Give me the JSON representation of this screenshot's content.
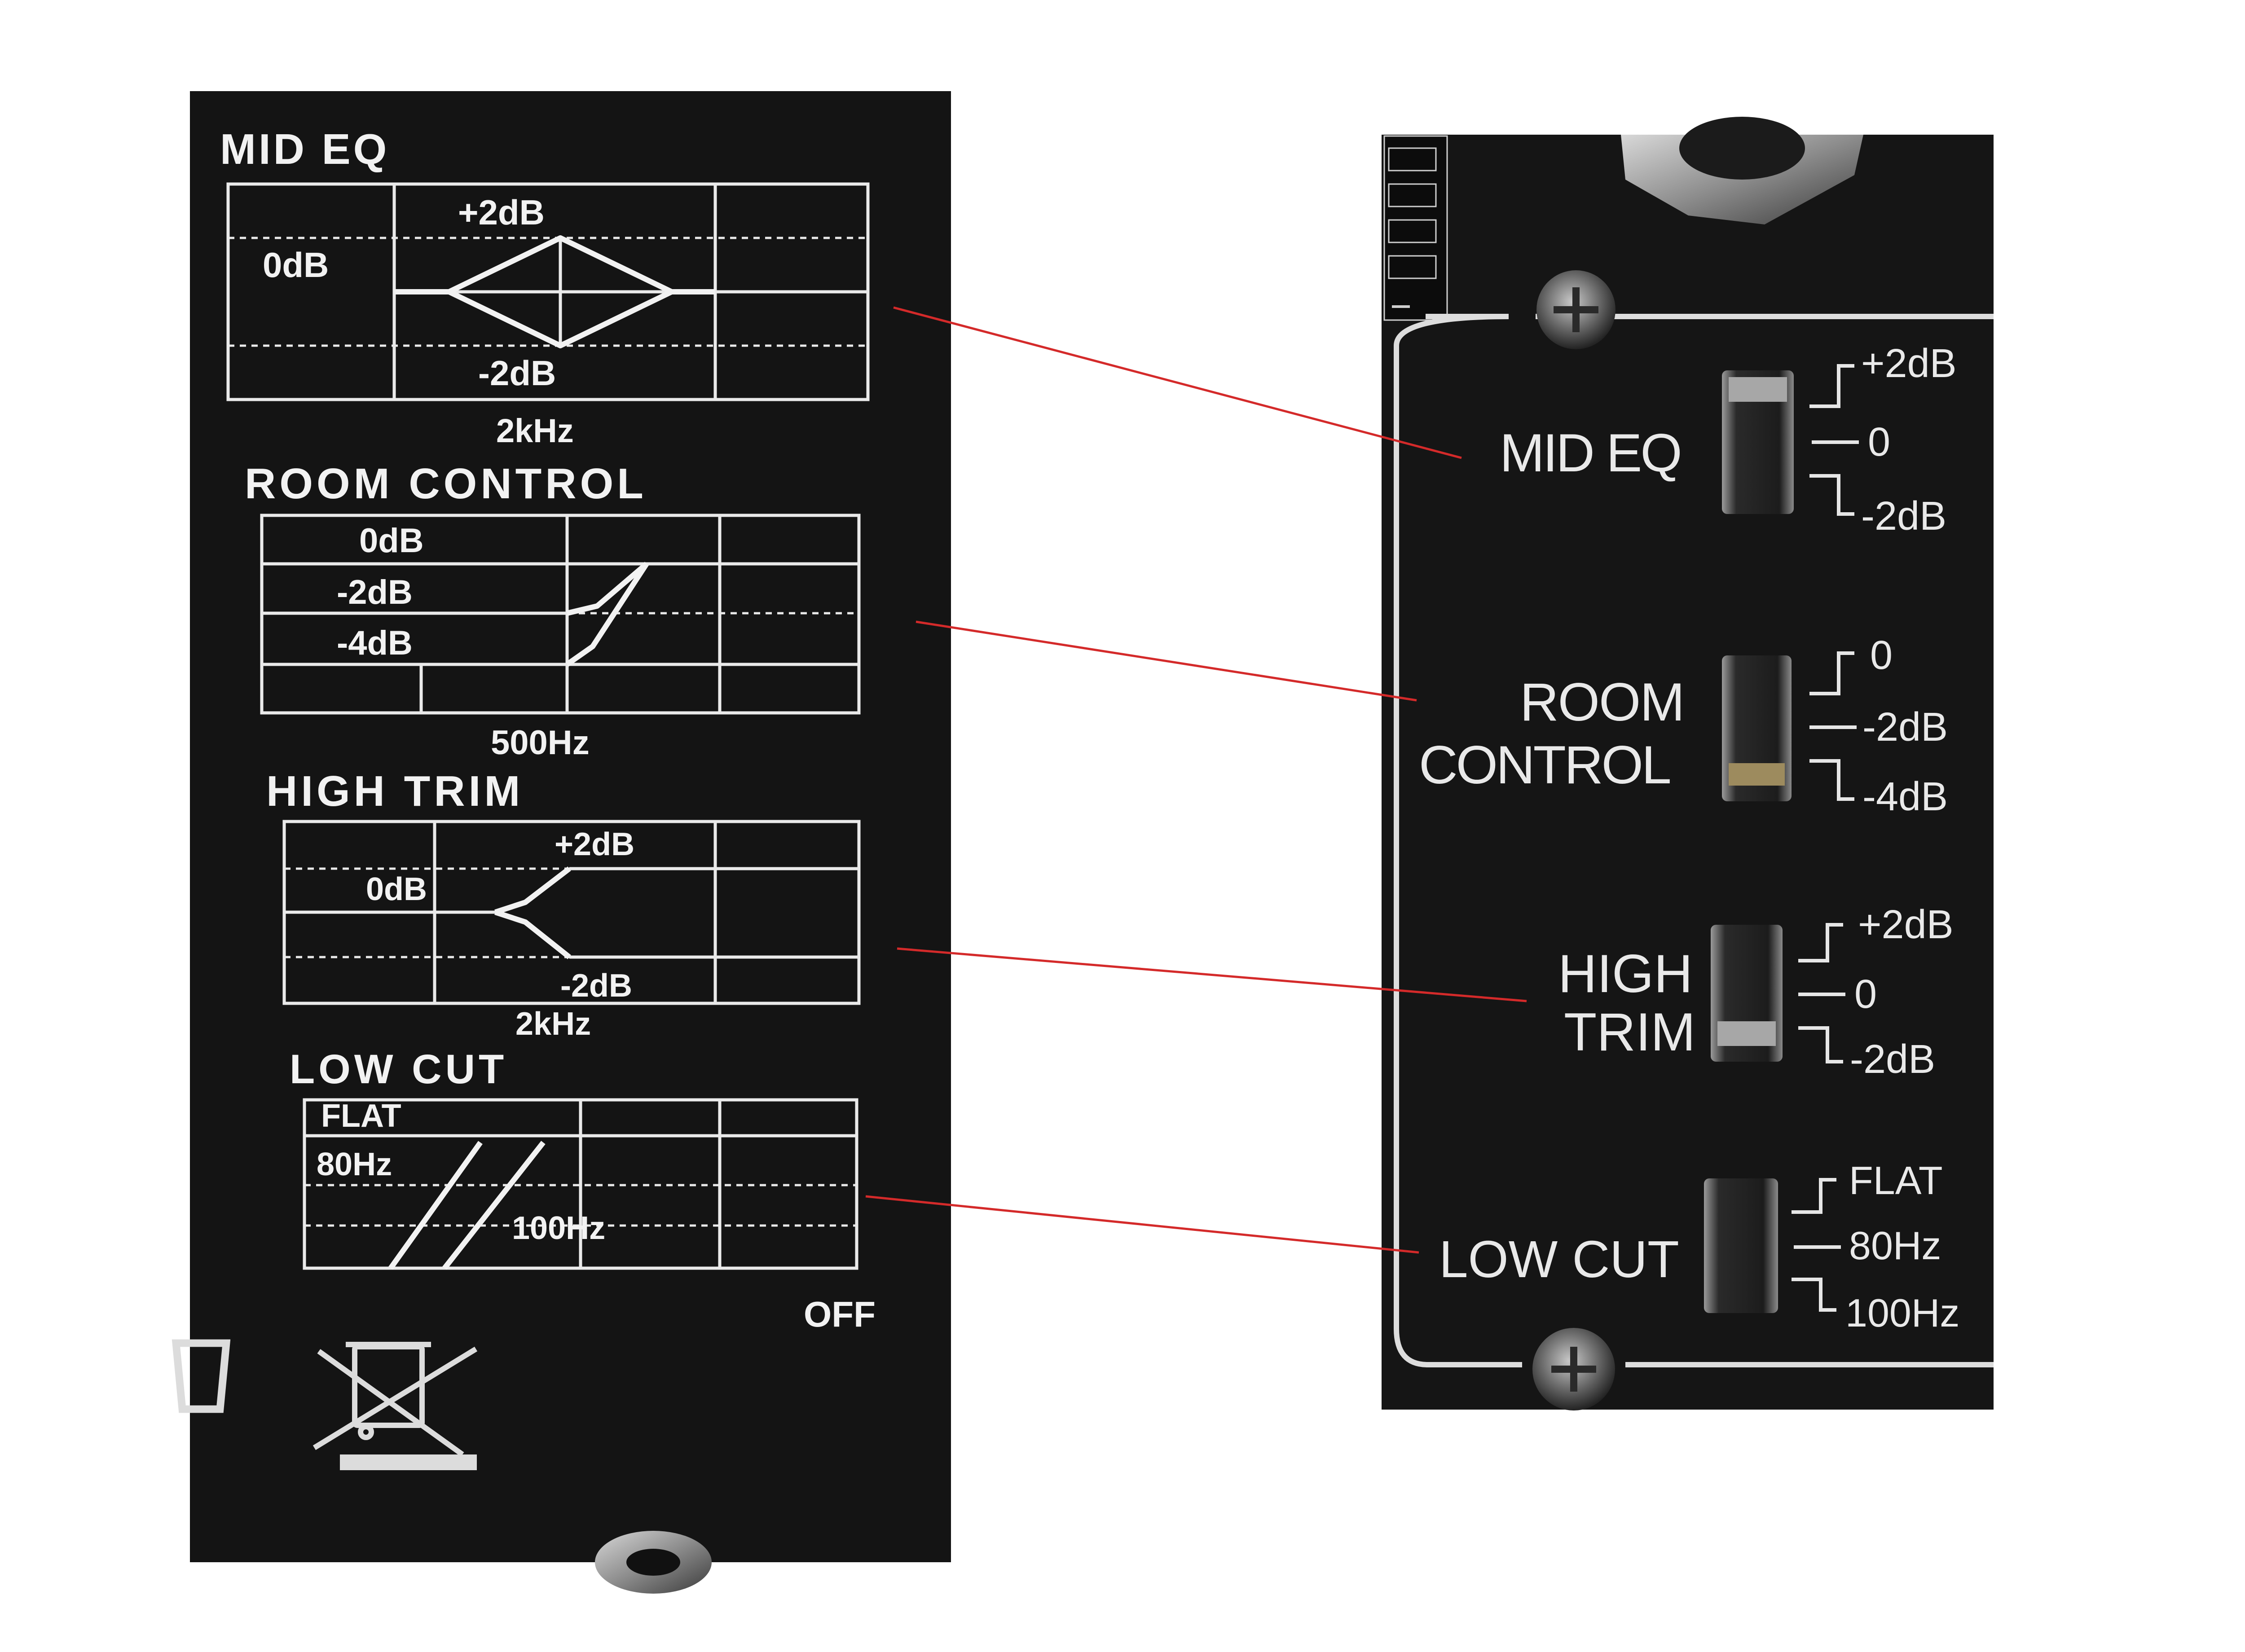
{
  "label_photo": {
    "sections": [
      {
        "title": "MID EQ",
        "levels": [
          "+2dB",
          "0dB",
          "-2dB"
        ],
        "frequency": "2kHz"
      },
      {
        "title": "ROOM CONTROL",
        "levels": [
          "0dB",
          "-2dB",
          "-4dB"
        ],
        "frequency": "500Hz"
      },
      {
        "title": "HIGH TRIM",
        "levels": [
          "+2dB",
          "0dB",
          "-2dB"
        ],
        "frequency": "2kHz"
      },
      {
        "title": "LOW CUT",
        "levels": [
          "FLAT",
          "80Hz",
          "100Hz"
        ],
        "frequency": ""
      }
    ],
    "off_label": "OFF"
  },
  "panel_photo": {
    "switches": [
      {
        "label_lines": [
          "MID EQ"
        ],
        "positions": [
          "+2dB",
          "0",
          "-2dB"
        ]
      },
      {
        "label_lines": [
          "ROOM",
          "CONTROL"
        ],
        "positions": [
          "0",
          "-2dB",
          "-4dB"
        ]
      },
      {
        "label_lines": [
          "HIGH",
          "TRIM"
        ],
        "positions": [
          "+2dB",
          "0",
          "-2dB"
        ]
      },
      {
        "label_lines": [
          "LOW CUT"
        ],
        "positions": [
          "FLAT",
          "80Hz",
          "100Hz"
        ]
      }
    ]
  },
  "colors": {
    "page_background": "#ffffff",
    "panel_background": "#141414",
    "print": "#f2f2f2",
    "connector": "#d42a2a"
  },
  "icons": [
    "crossed-out-wheelie-bin-icon",
    "screw-icon",
    "jack-connector-icon"
  ]
}
